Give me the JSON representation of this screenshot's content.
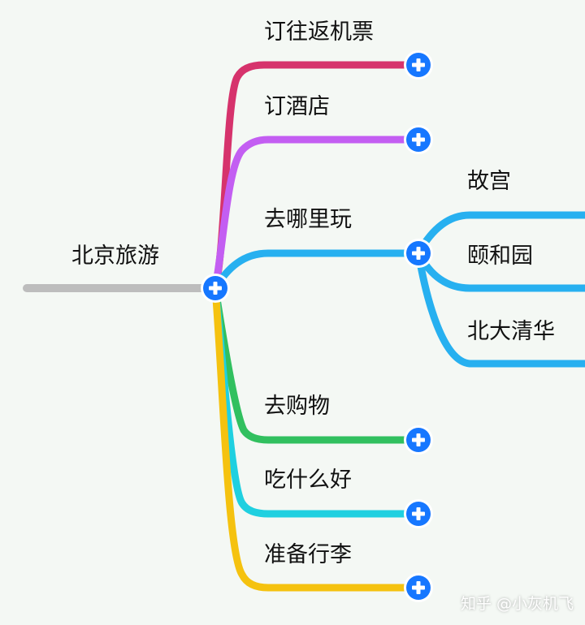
{
  "root": {
    "label": "北京旅游",
    "color": "#bdbdbd"
  },
  "branches": [
    {
      "label": "订往返机票",
      "color": "#d6336c"
    },
    {
      "label": "订酒店",
      "color": "#c35ef2"
    },
    {
      "label": "去哪里玩",
      "color": "#27b0f0",
      "children": [
        {
          "label": "故宫"
        },
        {
          "label": "颐和园"
        },
        {
          "label": "北大清华"
        }
      ]
    },
    {
      "label": "去购物",
      "color": "#31c05f"
    },
    {
      "label": "吃什么好",
      "color": "#1fd0e0"
    },
    {
      "label": "准备行李",
      "color": "#f5c20f"
    }
  ],
  "expand_button_color": "#1677ff",
  "watermark": "知乎 @小灰机飞"
}
